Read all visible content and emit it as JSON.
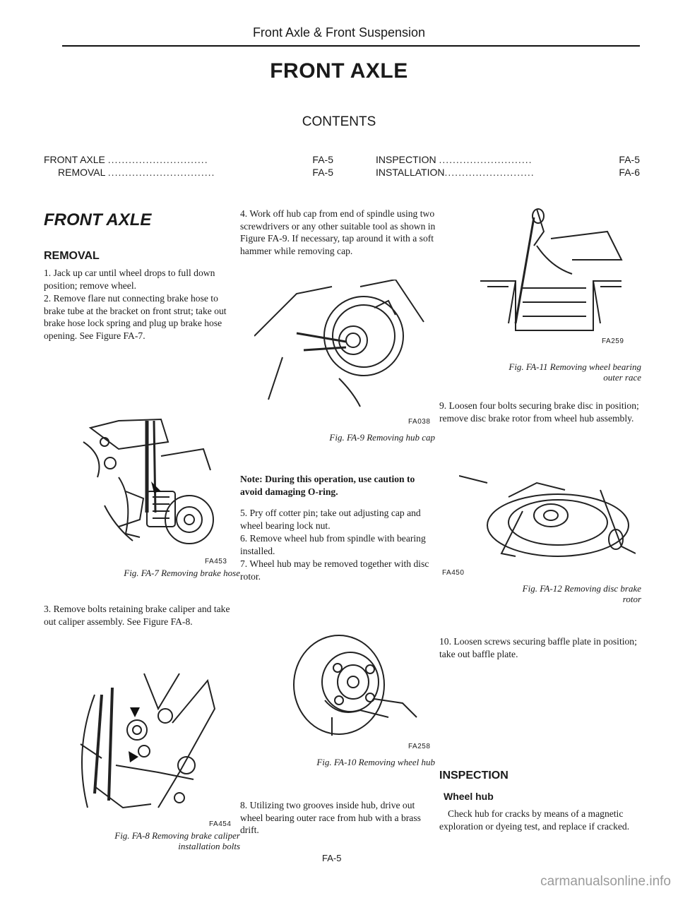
{
  "header": {
    "section_title": "Front Axle & Front Suspension"
  },
  "main_title": "FRONT AXLE",
  "contents": {
    "title": "CONTENTS",
    "left": [
      {
        "label": "FRONT AXLE",
        "page": "FA-5"
      },
      {
        "label": "REMOVAL",
        "page": "FA-5"
      }
    ],
    "right": [
      {
        "label": "INSPECTION",
        "page": "FA-5"
      },
      {
        "label": "INSTALLATION",
        "page": "FA-6"
      }
    ]
  },
  "col1": {
    "heading": "FRONT AXLE",
    "subheading": "REMOVAL",
    "step1": "1. Jack up car until wheel drops to full down position; remove wheel.",
    "step2": "2. Remove flare nut connecting brake hose to brake tube at the bracket on front strut; take out brake hose lock spring and plug up brake hose opening. See Figure FA-7.",
    "fig7": {
      "code": "FA453",
      "caption": "Fig. FA-7 Removing brake hose"
    },
    "step3": "3. Remove bolts retaining brake caliper and take out caliper assembly. See Figure FA-8.",
    "fig8": {
      "code": "FA454",
      "caption_line1": "Fig. FA-8 Removing brake caliper",
      "caption_line2": "installation bolts"
    }
  },
  "col2": {
    "step4": "4. Work off hub cap from end of spindle using two screwdrivers or any other suitable tool as shown in Figure FA-9. If necessary, tap around it with a soft hammer while removing cap.",
    "fig9": {
      "code": "FA038",
      "caption": "Fig. FA-9 Removing hub cap"
    },
    "note": "Note: During this operation, use caution to avoid damaging O-ring.",
    "step5": "5. Pry off cotter pin; take out adjusting cap and wheel bearing lock nut.",
    "step6": "6. Remove wheel hub from spindle with bearing installed.",
    "step7": "7. Wheel hub may be removed together with disc rotor.",
    "fig10": {
      "code": "FA258",
      "caption": "Fig. FA-10 Removing wheel hub"
    },
    "step8": "8. Utilizing two grooves inside hub, drive out wheel bearing outer race from hub with a brass drift."
  },
  "col3": {
    "fig11": {
      "code": "FA259",
      "caption_line1": "Fig. FA-11 Removing wheel bearing",
      "caption_line2": "outer race"
    },
    "step9": "9. Loosen four bolts securing brake disc in position; remove disc brake rotor from wheel hub assembly.",
    "fig12": {
      "code": "FA450",
      "caption_line1": "Fig. FA-12 Removing disc brake",
      "caption_line2": "rotor"
    },
    "step10": "10. Loosen screws securing baffle plate in position; take out baffle plate.",
    "inspection_heading": "INSPECTION",
    "wheel_hub_heading": "Wheel hub",
    "wheel_hub_text": "Check hub for cracks by means of a magnetic exploration or dyeing test, and replace if cracked."
  },
  "footer": {
    "page_number": "FA-5",
    "watermark": "carmanualsonline.info"
  }
}
